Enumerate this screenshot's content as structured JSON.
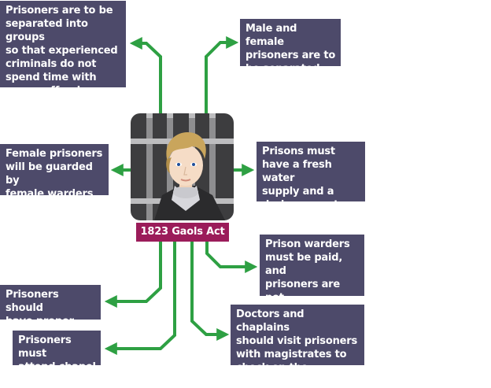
{
  "diagram": {
    "title": "1823 Gaols Act",
    "center_icon": "portrait-of-robert-peel-behind-prison-bars",
    "accent_colors": {
      "box_background": "#4d4a6a",
      "label_background": "#9b1c5a",
      "arrow": "#2ea043"
    },
    "points": [
      {
        "id": "groups",
        "text": "Prisoners are to be\nseparated into groups\nso that experienced\ncriminals do not\nspend time with\nyoung offenders"
      },
      {
        "id": "male-female",
        "text": "Male and female\nprisoners are to\nbe separated"
      },
      {
        "id": "female-warders",
        "text": "Female prisoners\nwill be guarded by\nfemale warders"
      },
      {
        "id": "water",
        "text": "Prisons must\nhave a fresh water\nsupply and a\ndrainage system"
      },
      {
        "id": "warders-paid",
        "text": "Prison warders\nmust be paid, and\nprisoners are not\nto pay them fees"
      },
      {
        "id": "food",
        "text": "Prisoners should\nhave proper food"
      },
      {
        "id": "chapel",
        "text": "Prisoners must\nattend chapel"
      },
      {
        "id": "doctors",
        "text": "Doctors and chaplains\nshould visit prisoners\nwith magistrates to\ncheck on the conditions"
      }
    ]
  }
}
